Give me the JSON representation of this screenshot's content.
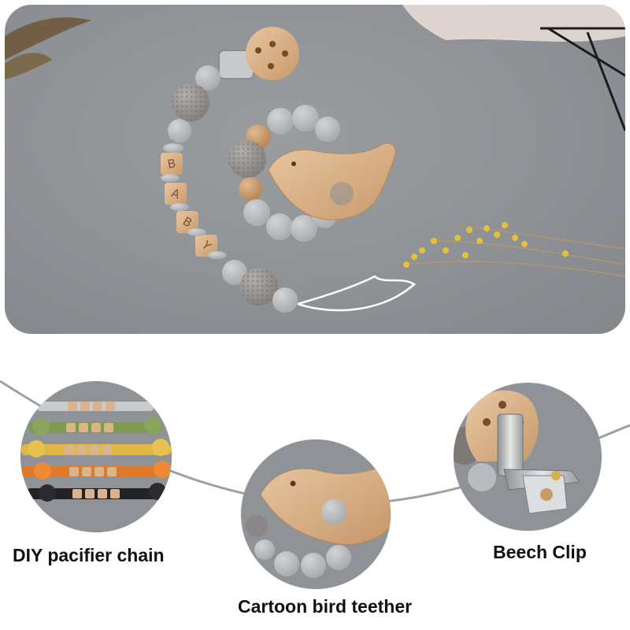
{
  "captions": {
    "chain": "DIY pacifier chain",
    "teether": "Cartoon bird teether",
    "clip": "Beech Clip"
  },
  "bead_letters": [
    "B",
    "A",
    "B",
    "Y"
  ],
  "colors": {
    "background": "#8d9094",
    "silicone_bead": "#b9bcbd",
    "wood": "#d9b48d",
    "caption_text": "#111111"
  },
  "icons": {
    "hero": "pacifier-chain-photo",
    "chain_detail": "pacifier-chain-variants-photo",
    "teether_detail": "bird-teether-photo",
    "clip_detail": "beech-clip-photo"
  }
}
